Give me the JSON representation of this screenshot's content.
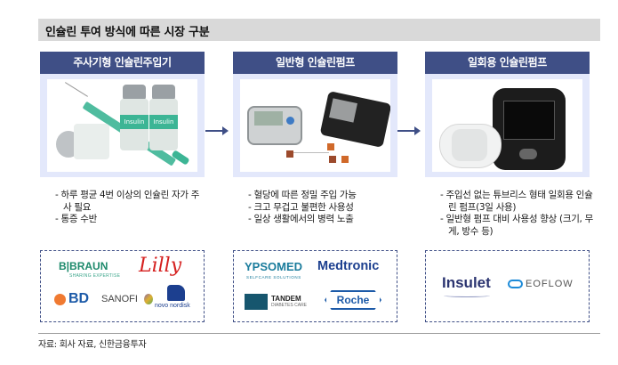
{
  "title": "인슐린 투여 방식에 따른 시장 구분",
  "panels": [
    {
      "header": "주사기형 인슐린주입기",
      "image_alt": "insulin vials and syringe",
      "image_label": "Insulin",
      "bullets": [
        "- 하루 평균 4번 이상의 인슐린 자가 주사 필요",
        "- 통증 수반"
      ],
      "logos": [
        "B|BRAUN",
        "SHARING EXPERTISE",
        "Lilly",
        "BD",
        "SANOFI",
        "novo nordisk"
      ]
    },
    {
      "header": "일반형 인슐린펌프",
      "image_alt": "tubed insulin pumps",
      "bullets": [
        "- 혈당에 따른 정밀 주입 가능",
        "- 크고 무겁고 불편한 사용성",
        "- 일상 생활에서의 병력 노출"
      ],
      "logos": [
        "YPSOMED",
        "SELFCARE SOLUTIONS",
        "Medtronic",
        "TANDEM",
        "DIABETES CARE",
        "Roche"
      ]
    },
    {
      "header": "일회용 인슐린펌프",
      "image_alt": "patch pump and controller",
      "bullets": [
        "- 주입선 없는 튜브리스 형태 일회용 인슐린 펌프(3일 사용)",
        "- 일반형 펌프 대비 사용성 향상 (크기, 무게, 방수 등)"
      ],
      "logos": [
        "Insulet",
        "EOFLOW"
      ]
    }
  ],
  "source": "자료: 회사 자료, 신한금융투자",
  "colors": {
    "header": "#3f4f86",
    "frame": "#e3e8fb",
    "title_bg": "#d9d9d9"
  }
}
